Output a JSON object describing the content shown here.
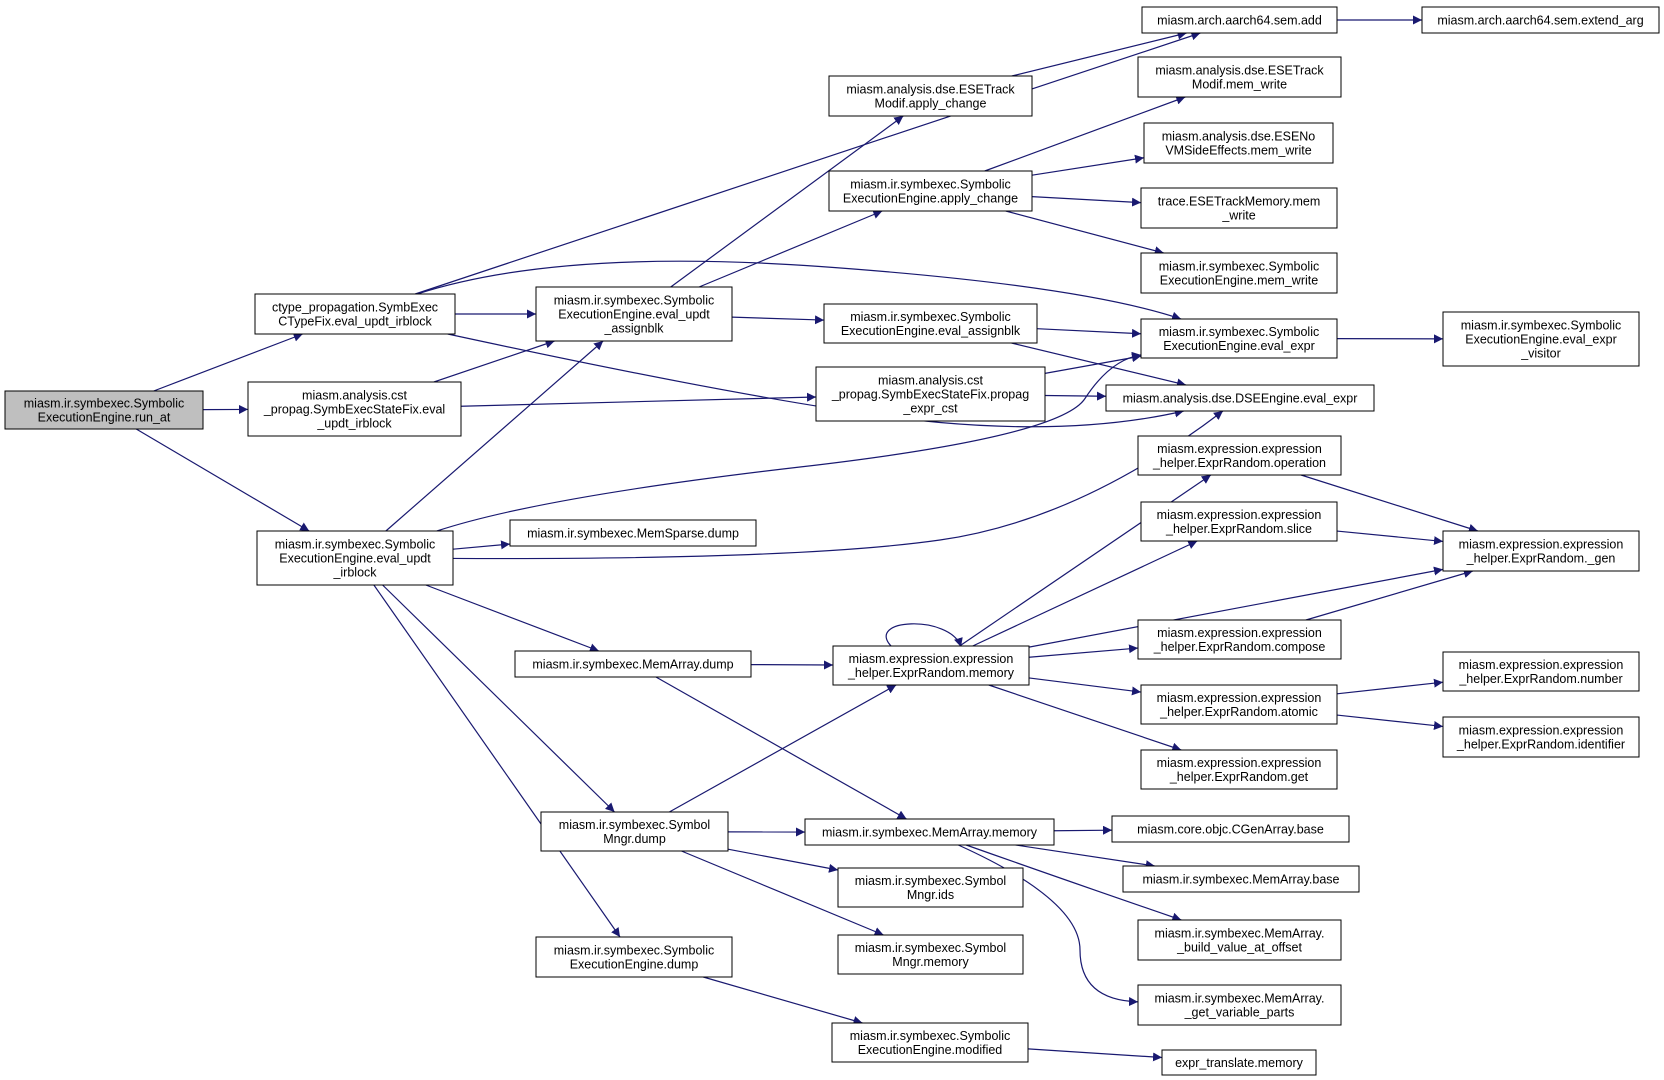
{
  "colors": {
    "edge": "#191970",
    "node_border": "#000000",
    "node_fill": "#ffffff",
    "root_fill": "#bfbfbf"
  },
  "nodes": [
    {
      "id": "run_at",
      "lines": [
        "miasm.ir.symbexec.Symbolic",
        "ExecutionEngine.run_at"
      ],
      "root": true
    },
    {
      "id": "ctype_fix",
      "lines": [
        "ctype_propagation.SymbExec",
        "CTypeFix.eval_updt_irblock"
      ]
    },
    {
      "id": "cst_fix",
      "lines": [
        "miasm.analysis.cst",
        "_propag.SymbExecStateFix.eval",
        "_updt_irblock"
      ]
    },
    {
      "id": "see_irblock",
      "lines": [
        "miasm.ir.symbexec.Symbolic",
        "ExecutionEngine.eval_updt",
        "_irblock"
      ]
    },
    {
      "id": "see_assignblk_updt",
      "lines": [
        "miasm.ir.symbexec.Symbolic",
        "ExecutionEngine.eval_updt",
        "_assignblk"
      ]
    },
    {
      "id": "memsparse_dump",
      "lines": [
        "miasm.ir.symbexec.MemSparse.dump"
      ]
    },
    {
      "id": "memarray_dump",
      "lines": [
        "miasm.ir.symbexec.MemArray.dump"
      ]
    },
    {
      "id": "symbol_dump",
      "lines": [
        "miasm.ir.symbexec.Symbol",
        "Mngr.dump"
      ]
    },
    {
      "id": "see_dump",
      "lines": [
        "miasm.ir.symbexec.Symbolic",
        "ExecutionEngine.dump"
      ]
    },
    {
      "id": "track_apply",
      "lines": [
        "miasm.analysis.dse.ESETrack",
        "Modif.apply_change"
      ]
    },
    {
      "id": "see_apply",
      "lines": [
        "miasm.ir.symbexec.Symbolic",
        "ExecutionEngine.apply_change"
      ]
    },
    {
      "id": "see_assignblk",
      "lines": [
        "miasm.ir.symbexec.Symbolic",
        "ExecutionEngine.eval_assignblk"
      ]
    },
    {
      "id": "cst_propag_expr",
      "lines": [
        "miasm.analysis.cst",
        "_propag.SymbExecStateFix.propag",
        "_expr_cst"
      ]
    },
    {
      "id": "rand_memory",
      "lines": [
        "miasm.expression.expression",
        "_helper.ExprRandom.memory"
      ]
    },
    {
      "id": "memarray_memory",
      "lines": [
        "miasm.ir.symbexec.MemArray.memory"
      ]
    },
    {
      "id": "symbol_ids",
      "lines": [
        "miasm.ir.symbexec.Symbol",
        "Mngr.ids"
      ]
    },
    {
      "id": "symbol_memory",
      "lines": [
        "miasm.ir.symbexec.Symbol",
        "Mngr.memory"
      ]
    },
    {
      "id": "see_modified",
      "lines": [
        "miasm.ir.symbexec.Symbolic",
        "ExecutionEngine.modified"
      ]
    },
    {
      "id": "aarch64_add",
      "lines": [
        "miasm.arch.aarch64.sem.add"
      ]
    },
    {
      "id": "track_mem_write",
      "lines": [
        "miasm.analysis.dse.ESETrack",
        "Modif.mem_write"
      ]
    },
    {
      "id": "novm_mem_write",
      "lines": [
        "miasm.analysis.dse.ESENo",
        "VMSideEffects.mem_write"
      ]
    },
    {
      "id": "trace_mem_write",
      "lines": [
        "trace.ESETrackMemory.mem",
        "_write"
      ]
    },
    {
      "id": "see_mem_write",
      "lines": [
        "miasm.ir.symbexec.Symbolic",
        "ExecutionEngine.mem_write"
      ]
    },
    {
      "id": "see_eval_expr",
      "lines": [
        "miasm.ir.symbexec.Symbolic",
        "ExecutionEngine.eval_expr"
      ]
    },
    {
      "id": "dse_eval_expr",
      "lines": [
        "miasm.analysis.dse.DSEEngine.eval_expr"
      ]
    },
    {
      "id": "rand_operation",
      "lines": [
        "miasm.expression.expression",
        "_helper.ExprRandom.operation"
      ]
    },
    {
      "id": "rand_slice",
      "lines": [
        "miasm.expression.expression",
        "_helper.ExprRandom.slice"
      ]
    },
    {
      "id": "rand_compose",
      "lines": [
        "miasm.expression.expression",
        "_helper.ExprRandom.compose"
      ]
    },
    {
      "id": "rand_atomic",
      "lines": [
        "miasm.expression.expression",
        "_helper.ExprRandom.atomic"
      ]
    },
    {
      "id": "rand_get",
      "lines": [
        "miasm.expression.expression",
        "_helper.ExprRandom.get"
      ]
    },
    {
      "id": "cgenarray_base",
      "lines": [
        "miasm.core.objc.CGenArray.base"
      ]
    },
    {
      "id": "memarray_base",
      "lines": [
        "miasm.ir.symbexec.MemArray.base"
      ]
    },
    {
      "id": "build_value",
      "lines": [
        "miasm.ir.symbexec.MemArray.",
        "_build_value_at_offset"
      ]
    },
    {
      "id": "get_variable_parts",
      "lines": [
        "miasm.ir.symbexec.MemArray.",
        "_get_variable_parts"
      ]
    },
    {
      "id": "expr_translate_memory",
      "lines": [
        "expr_translate.memory"
      ]
    },
    {
      "id": "extend_arg",
      "lines": [
        "miasm.arch.aarch64.sem.extend_arg"
      ]
    },
    {
      "id": "eval_expr_visitor",
      "lines": [
        "miasm.ir.symbexec.Symbolic",
        "ExecutionEngine.eval_expr",
        "_visitor"
      ]
    },
    {
      "id": "rand_gen",
      "lines": [
        "miasm.expression.expression",
        "_helper.ExprRandom._gen"
      ]
    },
    {
      "id": "rand_number",
      "lines": [
        "miasm.expression.expression",
        "_helper.ExprRandom.number"
      ]
    },
    {
      "id": "rand_identifier",
      "lines": [
        "miasm.expression.expression",
        "_helper.ExprRandom.identifier"
      ]
    }
  ],
  "edges": [
    [
      "run_at",
      "ctype_fix"
    ],
    [
      "run_at",
      "cst_fix"
    ],
    [
      "run_at",
      "see_irblock"
    ],
    [
      "ctype_fix",
      "aarch64_add"
    ],
    [
      "ctype_fix",
      "see_assignblk_updt"
    ],
    [
      "ctype_fix",
      "see_eval_expr"
    ],
    [
      "ctype_fix",
      "dse_eval_expr"
    ],
    [
      "cst_fix",
      "see_assignblk_updt"
    ],
    [
      "cst_fix",
      "cst_propag_expr"
    ],
    [
      "see_irblock",
      "see_assignblk_updt"
    ],
    [
      "see_irblock",
      "see_eval_expr"
    ],
    [
      "see_irblock",
      "dse_eval_expr"
    ],
    [
      "see_irblock",
      "memsparse_dump"
    ],
    [
      "see_irblock",
      "memarray_dump"
    ],
    [
      "see_irblock",
      "symbol_dump"
    ],
    [
      "see_irblock",
      "see_dump"
    ],
    [
      "see_assignblk_updt",
      "track_apply"
    ],
    [
      "see_assignblk_updt",
      "see_apply"
    ],
    [
      "see_assignblk_updt",
      "see_assignblk"
    ],
    [
      "track_apply",
      "aarch64_add"
    ],
    [
      "see_apply",
      "track_mem_write"
    ],
    [
      "see_apply",
      "novm_mem_write"
    ],
    [
      "see_apply",
      "trace_mem_write"
    ],
    [
      "see_apply",
      "see_mem_write"
    ],
    [
      "see_assignblk",
      "see_eval_expr"
    ],
    [
      "see_assignblk",
      "dse_eval_expr"
    ],
    [
      "cst_propag_expr",
      "see_eval_expr"
    ],
    [
      "cst_propag_expr",
      "dse_eval_expr"
    ],
    [
      "memarray_dump",
      "rand_memory"
    ],
    [
      "memarray_dump",
      "memarray_memory"
    ],
    [
      "symbol_dump",
      "rand_memory"
    ],
    [
      "symbol_dump",
      "memarray_memory"
    ],
    [
      "symbol_dump",
      "symbol_ids"
    ],
    [
      "symbol_dump",
      "symbol_memory"
    ],
    [
      "see_dump",
      "see_modified"
    ],
    [
      "rand_memory",
      "rand_memory"
    ],
    [
      "rand_memory",
      "rand_operation"
    ],
    [
      "rand_memory",
      "rand_slice"
    ],
    [
      "rand_memory",
      "rand_gen"
    ],
    [
      "rand_memory",
      "rand_compose"
    ],
    [
      "rand_memory",
      "rand_atomic"
    ],
    [
      "rand_memory",
      "rand_get"
    ],
    [
      "memarray_memory",
      "cgenarray_base"
    ],
    [
      "memarray_memory",
      "memarray_base"
    ],
    [
      "memarray_memory",
      "build_value"
    ],
    [
      "memarray_memory",
      "get_variable_parts"
    ],
    [
      "see_modified",
      "expr_translate_memory"
    ],
    [
      "aarch64_add",
      "extend_arg"
    ],
    [
      "see_eval_expr",
      "eval_expr_visitor"
    ],
    [
      "rand_operation",
      "rand_gen"
    ],
    [
      "rand_slice",
      "rand_gen"
    ],
    [
      "rand_compose",
      "rand_gen"
    ],
    [
      "rand_atomic",
      "rand_number"
    ],
    [
      "rand_atomic",
      "rand_identifier"
    ]
  ]
}
